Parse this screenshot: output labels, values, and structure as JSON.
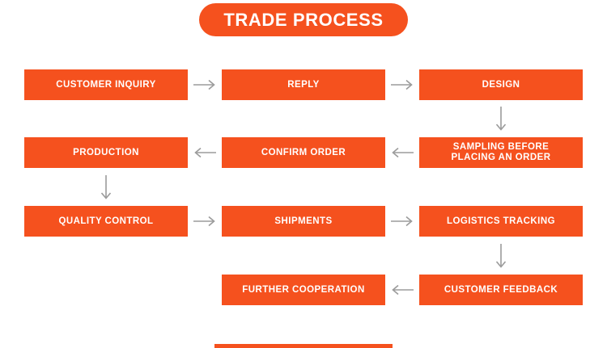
{
  "title": {
    "text": "TRADE PROCESS"
  },
  "colors": {
    "box_orange": "#F5511E",
    "arrow_gray": "#9b9b9b",
    "box_text": "#ffffff",
    "background": "#ffffff"
  },
  "flow": {
    "rows": [
      {
        "direction": "right",
        "arrow_glyph": "→",
        "boxes": [
          {
            "label": "CUSTOMER INQUIRY"
          },
          {
            "label": "REPLY"
          },
          {
            "label": "DESIGN"
          }
        ]
      },
      {
        "direction": "left",
        "arrow_glyph": "←",
        "boxes": [
          {
            "label": "PRODUCTION"
          },
          {
            "label": "CONFIRM ORDER"
          },
          {
            "label": "SAMPLING BEFORE\nPLACING AN ORDER"
          }
        ]
      },
      {
        "direction": "right",
        "arrow_glyph": "→",
        "boxes": [
          {
            "label": "QUALITY CONTROL"
          },
          {
            "label": "SHIPMENTS"
          },
          {
            "label": "LOGISTICS TRACKING"
          }
        ]
      },
      {
        "direction": "left",
        "arrow_glyph": "←",
        "boxes": [
          {
            "label": ""
          },
          {
            "label": "FURTHER COOPERATION"
          },
          {
            "label": "CUSTOMER FEEDBACK"
          }
        ]
      }
    ],
    "vertical_connectors": [
      {
        "column": 3,
        "from_row": 1,
        "to_row": 2,
        "glyph": "↓"
      },
      {
        "column": 1,
        "from_row": 2,
        "to_row": 3,
        "glyph": "↓"
      },
      {
        "column": 3,
        "from_row": 3,
        "to_row": 4,
        "glyph": "↓"
      }
    ]
  }
}
